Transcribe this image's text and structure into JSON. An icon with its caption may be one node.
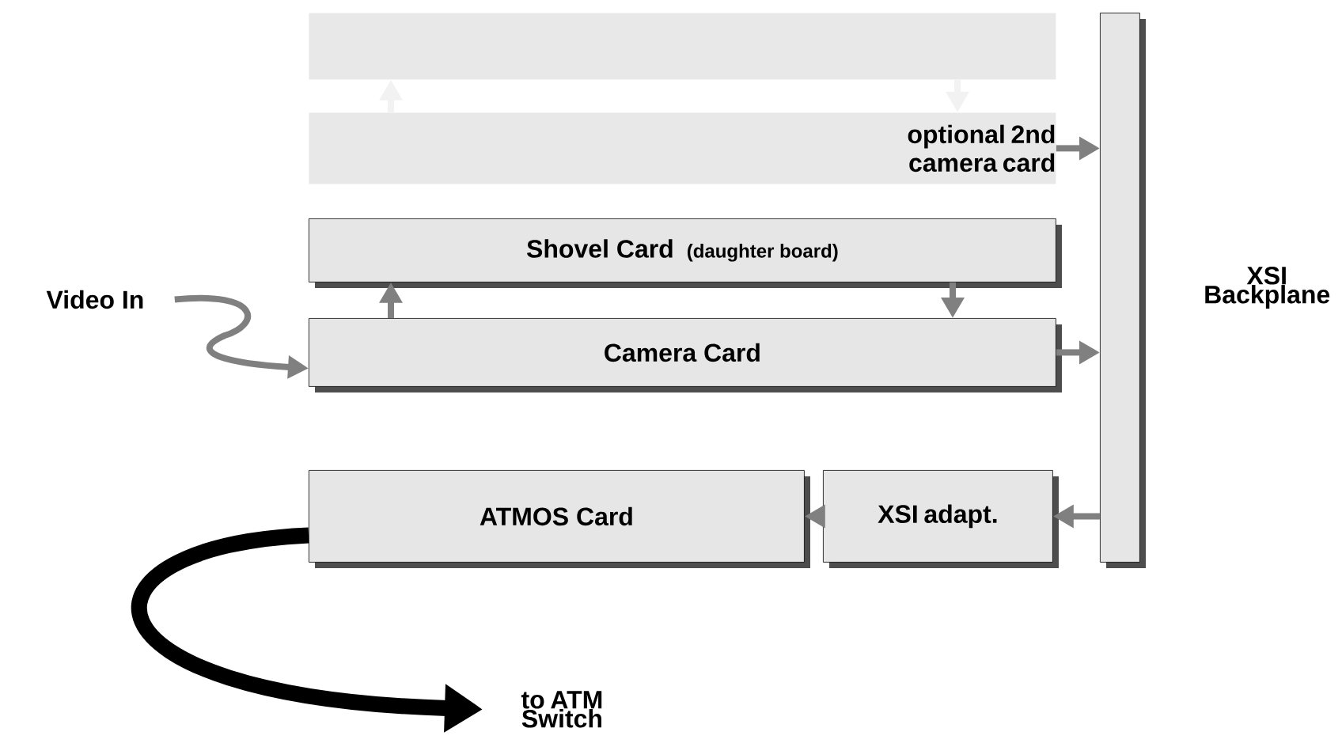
{
  "diagram": {
    "nodes": [
      {
        "text": [],
        "shape": "box"
      },
      {
        "text": [
          "optional 2nd camera card"
        ]
      },
      {
        "text": [
          "Shovel Card",
          "(daughter board)"
        ]
      },
      {
        "text": [
          "Camera Card"
        ]
      },
      {
        "text": [
          "XSI Backplane"
        ]
      },
      {
        "text": [
          "XSI adapt."
        ]
      },
      {
        "text": [
          "ATMOS Card"
        ]
      },
      {
        "text": [
          "Video In"
        ]
      },
      {
        "text": [
          "to ATM Switch"
        ]
      }
    ],
    "edges": [
      {
        "from": 1,
        "to": 0,
        "arrow": "to",
        "color": "#f2f2f2"
      },
      {
        "from": 0,
        "to": 1,
        "arrow": "to",
        "color": "#f2f2f2"
      },
      {
        "from": 1,
        "to": 4,
        "arrow": "to"
      },
      {
        "from": 3,
        "to": 2,
        "arrow": "to"
      },
      {
        "from": 2,
        "to": 3,
        "arrow": "to"
      },
      {
        "from": 3,
        "to": 4,
        "arrow": "to"
      },
      {
        "from": 4,
        "to": 5,
        "arrow": "to"
      },
      {
        "from": 5,
        "to": 6,
        "arrow": "to"
      },
      {
        "from": 7,
        "to": 3,
        "arrow": "to"
      },
      {
        "from": 6,
        "to": 8,
        "arrow": "to",
        "style": "thick",
        "color": "#000000"
      }
    ]
  }
}
